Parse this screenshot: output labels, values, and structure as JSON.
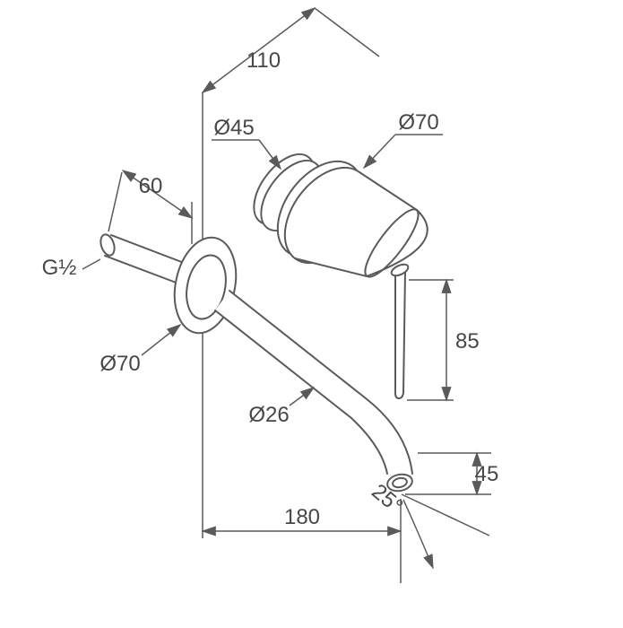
{
  "meta": {
    "background": "#ffffff",
    "line_color": "#5a5a5a",
    "text_color": "#474747",
    "drawing_type": "technical dimension drawing, wall-mounted basin mixer tap"
  },
  "labels": {
    "dim_110": "110",
    "dia_45": "Ø45",
    "dia_70_handle": "Ø70",
    "dim_60": "60",
    "thread_g12": "G½",
    "dia_70_spout": "Ø70",
    "dim_85": "85",
    "dia_26": "Ø26",
    "dim_45": "45",
    "angle_25": "25°",
    "dim_180": "180"
  }
}
